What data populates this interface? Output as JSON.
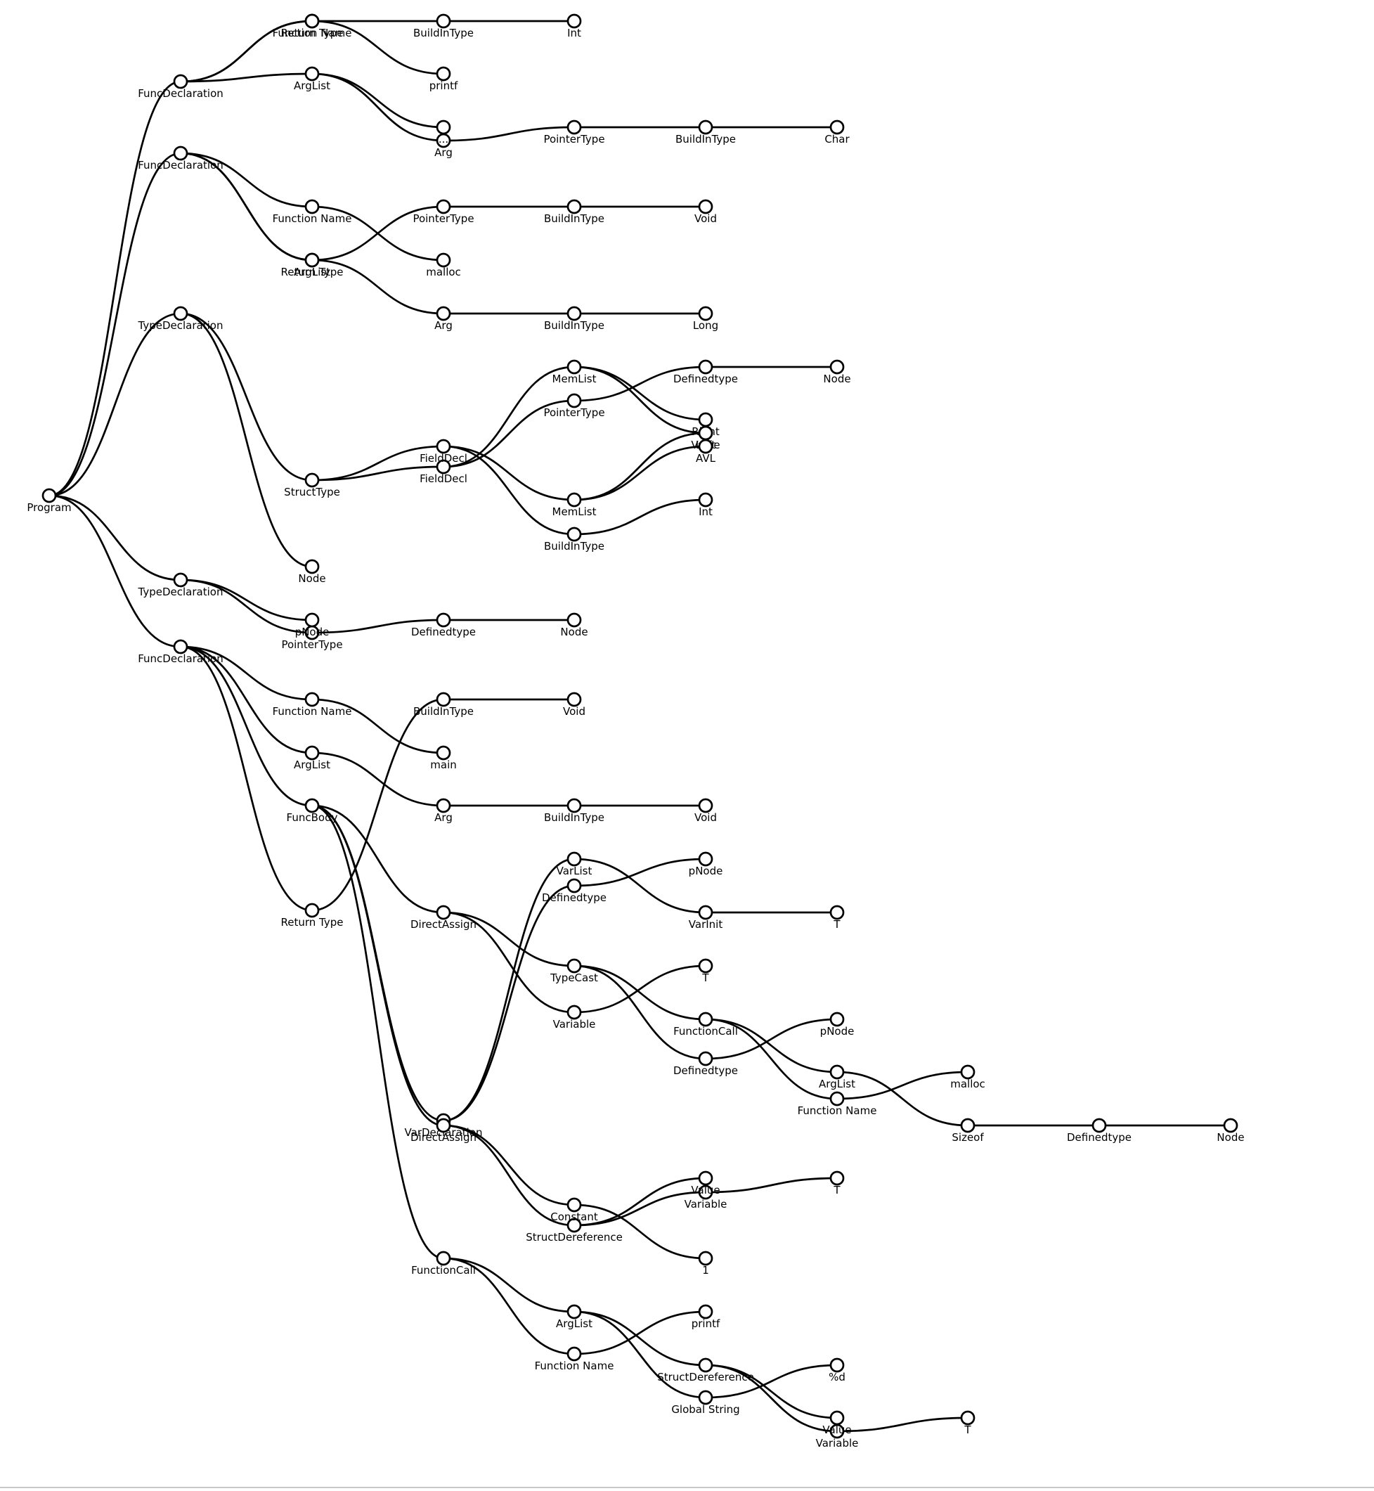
{
  "tree": {
    "name": "Program",
    "children": [
      {
        "name": "FuncDeclaration",
        "children": [
          {
            "name": "Return Type",
            "children": [
              {
                "name": "BuildInType",
                "children": [
                  {
                    "name": "Int"
                  }
                ]
              }
            ]
          },
          {
            "name": "Function Name",
            "children": [
              {
                "name": "printf"
              }
            ]
          },
          {
            "name": "ArgList",
            "children": [
              {
                "name": "Arg",
                "children": [
                  {
                    "name": "PointerType",
                    "children": [
                      {
                        "name": "BuildInType",
                        "children": [
                          {
                            "name": "Char"
                          }
                        ]
                      }
                    ]
                  }
                ]
              },
              {
                "name": "..."
              }
            ]
          }
        ]
      },
      {
        "name": "FuncDeclaration",
        "children": [
          {
            "name": "Return Type",
            "children": [
              {
                "name": "PointerType",
                "children": [
                  {
                    "name": "BuildInType",
                    "children": [
                      {
                        "name": "Void"
                      }
                    ]
                  }
                ]
              }
            ]
          },
          {
            "name": "Function Name",
            "children": [
              {
                "name": "malloc"
              }
            ]
          },
          {
            "name": "ArgList",
            "children": [
              {
                "name": "Arg",
                "children": [
                  {
                    "name": "BuildInType",
                    "children": [
                      {
                        "name": "Long"
                      }
                    ]
                  }
                ]
              }
            ]
          }
        ]
      },
      {
        "name": "TypeDeclaration",
        "children": [
          {
            "name": "StructType",
            "children": [
              {
                "name": "FieldDecl",
                "children": [
                  {
                    "name": "PointerType",
                    "children": [
                      {
                        "name": "Definedtype",
                        "children": [
                          {
                            "name": "Node"
                          }
                        ]
                      }
                    ]
                  },
                  {
                    "name": "MemList",
                    "children": [
                      {
                        "name": "Left"
                      },
                      {
                        "name": "Right"
                      }
                    ]
                  }
                ]
              },
              {
                "name": "FieldDecl",
                "children": [
                  {
                    "name": "BuildInType",
                    "children": [
                      {
                        "name": "Int"
                      }
                    ]
                  },
                  {
                    "name": "MemList",
                    "children": [
                      {
                        "name": "Value"
                      },
                      {
                        "name": "AVL"
                      }
                    ]
                  }
                ]
              }
            ]
          },
          {
            "name": "Node"
          }
        ]
      },
      {
        "name": "TypeDeclaration",
        "children": [
          {
            "name": "PointerType",
            "children": [
              {
                "name": "Definedtype",
                "children": [
                  {
                    "name": "Node"
                  }
                ]
              }
            ]
          },
          {
            "name": "pNode"
          }
        ]
      },
      {
        "name": "FuncDeclaration",
        "children": [
          {
            "name": "Return Type",
            "children": [
              {
                "name": "BuildInType",
                "children": [
                  {
                    "name": "Void"
                  }
                ]
              }
            ]
          },
          {
            "name": "Function Name",
            "children": [
              {
                "name": "main"
              }
            ]
          },
          {
            "name": "ArgList",
            "children": [
              {
                "name": "Arg",
                "children": [
                  {
                    "name": "BuildInType",
                    "children": [
                      {
                        "name": "Void"
                      }
                    ]
                  }
                ]
              }
            ]
          },
          {
            "name": "FuncBody",
            "children": [
              {
                "name": "VarDeclaration",
                "children": [
                  {
                    "name": "Definedtype",
                    "children": [
                      {
                        "name": "pNode"
                      }
                    ]
                  },
                  {
                    "name": "VarList",
                    "children": [
                      {
                        "name": "VarInit",
                        "children": [
                          {
                            "name": "T"
                          }
                        ]
                      }
                    ]
                  }
                ]
              },
              {
                "name": "DirectAssign",
                "children": [
                  {
                    "name": "Variable",
                    "children": [
                      {
                        "name": "T"
                      }
                    ]
                  },
                  {
                    "name": "TypeCast",
                    "children": [
                      {
                        "name": "Definedtype",
                        "children": [
                          {
                            "name": "pNode"
                          }
                        ]
                      },
                      {
                        "name": "FunctionCall",
                        "children": [
                          {
                            "name": "Function Name",
                            "children": [
                              {
                                "name": "malloc"
                              }
                            ]
                          },
                          {
                            "name": "ArgList",
                            "children": [
                              {
                                "name": "Sizeof",
                                "children": [
                                  {
                                    "name": "Definedtype",
                                    "children": [
                                      {
                                        "name": "Node"
                                      }
                                    ]
                                  }
                                ]
                              }
                            ]
                          }
                        ]
                      }
                    ]
                  }
                ]
              },
              {
                "name": "DirectAssign",
                "children": [
                  {
                    "name": "StructDereference",
                    "children": [
                      {
                        "name": "Variable",
                        "children": [
                          {
                            "name": "T"
                          }
                        ]
                      },
                      {
                        "name": "Value"
                      }
                    ]
                  },
                  {
                    "name": "Constant",
                    "children": [
                      {
                        "name": "1"
                      }
                    ]
                  }
                ]
              },
              {
                "name": "FunctionCall",
                "children": [
                  {
                    "name": "Function Name",
                    "children": [
                      {
                        "name": "printf"
                      }
                    ]
                  },
                  {
                    "name": "ArgList",
                    "children": [
                      {
                        "name": "Global String",
                        "children": [
                          {
                            "name": "%d"
                          }
                        ]
                      },
                      {
                        "name": "StructDereference",
                        "children": [
                          {
                            "name": "Variable",
                            "children": [
                              {
                                "name": "T"
                              }
                            ]
                          },
                          {
                            "name": "Value"
                          }
                        ]
                      }
                    ]
                  }
                ]
              }
            ]
          }
        ]
      }
    ]
  }
}
